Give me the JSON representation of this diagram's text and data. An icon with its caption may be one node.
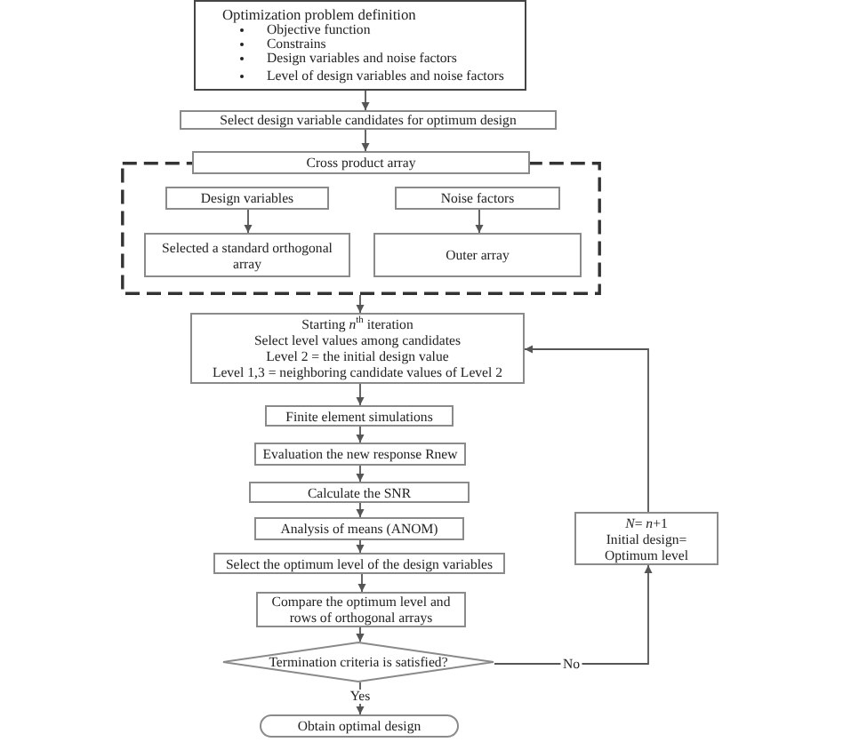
{
  "diagram": {
    "nodes": [
      {
        "text": [
          "Optimization problem definition",
          "Objective function",
          "Constrains",
          "Design variables and noise factors",
          "Level of design variables and noise factors"
        ]
      },
      {
        "text": [
          "Select design variable candidates for optimum design"
        ]
      },
      {
        "text": [],
        "shape": "box"
      },
      {
        "text": [
          "Cross product array"
        ]
      },
      {
        "text": [
          "Design variables"
        ],
        "in": 2
      },
      {
        "text": [
          "Noise factors"
        ],
        "in": 2
      },
      {
        "text": [
          "Selected a standard orthogonal array"
        ],
        "in": 2
      },
      {
        "text": [
          "Outer array"
        ],
        "in": 2
      },
      {
        "text": [
          "Starting *n*$^{th}$ iteration",
          "Select level values among candidates",
          "Level 2 = the initial design value",
          "Level 1,3 = neighboring candidate values of Level 2"
        ]
      },
      {
        "text": [
          "Finite element simulations"
        ]
      },
      {
        "text": [
          "Evaluation the new response Rnew"
        ]
      },
      {
        "text": [
          "Calculate the SNR"
        ]
      },
      {
        "text": [
          "Analysis of means (ANOM)"
        ]
      },
      {
        "text": [
          "Select the optimum level of the design variables"
        ]
      },
      {
        "text": [
          "Compare the optimum level and rows of orthogonal arrays"
        ]
      },
      {
        "text": [
          "Termination criteria is satisfied?"
        ]
      },
      {
        "text": [
          "Obtain optimal design"
        ]
      },
      {
        "text": [
          "*N*= *n*+1",
          "Initial design= Optimum level"
        ]
      }
    ],
    "edges": [
      {
        "from": 0,
        "to": 1,
        "arrow": "to"
      },
      {
        "from": 1,
        "to": 3,
        "arrow": "to"
      },
      {
        "from": 4,
        "to": 6,
        "arrow": "to"
      },
      {
        "from": 5,
        "to": 7,
        "arrow": "to"
      },
      {
        "from": 2,
        "to": 8,
        "arrow": "to"
      },
      {
        "from": 8,
        "to": 9,
        "arrow": "to"
      },
      {
        "from": 9,
        "to": 10,
        "arrow": "to"
      },
      {
        "from": 10,
        "to": 11,
        "arrow": "to"
      },
      {
        "from": 11,
        "to": 12,
        "arrow": "to"
      },
      {
        "from": 12,
        "to": 13,
        "arrow": "to"
      },
      {
        "from": 13,
        "to": 14,
        "arrow": "to"
      },
      {
        "from": 14,
        "to": 15,
        "arrow": "to"
      },
      {
        "from": 15,
        "to": 16,
        "label": "Yes",
        "arrow": "to"
      },
      {
        "from": 15,
        "to": 17,
        "label": "No",
        "arrow": "to"
      },
      {
        "from": 17,
        "to": 8,
        "arrow": "to"
      }
    ]
  }
}
